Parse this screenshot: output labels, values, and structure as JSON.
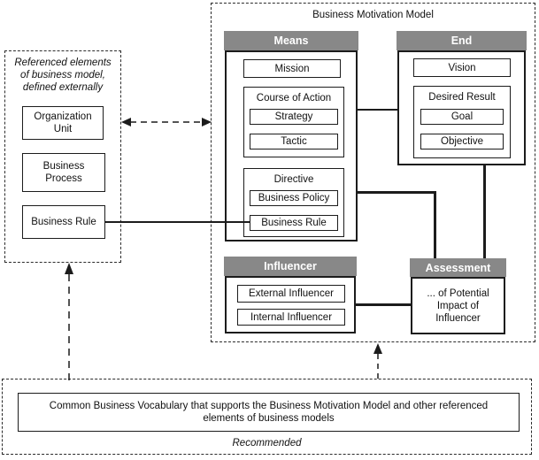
{
  "colors": {
    "header_bg": "#888888",
    "header_text": "#ffffff",
    "line": "#1c1c1c"
  },
  "bmm": {
    "title": "Business Motivation Model",
    "means": {
      "header": "Means",
      "mission": "Mission",
      "course_of_action": {
        "title": "Course of Action",
        "items": [
          "Strategy",
          "Tactic"
        ]
      },
      "directive": {
        "title": "Directive",
        "items": [
          "Business Policy",
          "Business Rule"
        ]
      }
    },
    "end": {
      "header": "End",
      "vision": "Vision",
      "desired_result": {
        "title": "Desired Result",
        "items": [
          "Goal",
          "Objective"
        ]
      }
    },
    "influencer": {
      "header": "Influencer",
      "items": [
        "External Influencer",
        "Internal Influencer"
      ]
    },
    "assessment": {
      "header": "Assessment",
      "lines": [
        "... of Potential",
        "Impact of",
        "Influencer"
      ]
    }
  },
  "external": {
    "title_lines": [
      "Referenced elements",
      "of business model,",
      "defined externally"
    ],
    "items": [
      "Organization Unit",
      "Business Process",
      "Business Rule"
    ]
  },
  "vocabulary": {
    "lines": [
      "Common Business Vocabulary that supports the Business Motivation Model and other referenced",
      "elements of business models"
    ],
    "note": "Recommended"
  }
}
